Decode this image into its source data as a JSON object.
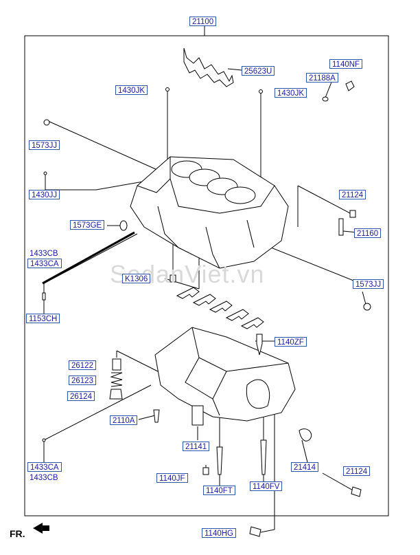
{
  "labels": {
    "l21100": "21100",
    "l25623U": "25623U",
    "l1140NF": "1140NF",
    "l21188A": "21188A",
    "l1430JK_left": "1430JK",
    "l1430JK_right": "1430JK",
    "l1573JJ_left": "1573JJ",
    "l1430JJ": "1430JJ",
    "l21124_top": "21124",
    "l1573GE": "1573GE",
    "l21160": "21160",
    "l1433CB_top": "1433CB",
    "l1433CA_top": "1433CA",
    "lK1306": "K1306",
    "l1573JJ_right": "1573JJ",
    "l1153CH": "1153CH",
    "l1140ZF": "1140ZF",
    "l26122": "26122",
    "l26123": "26123",
    "l26124": "26124",
    "l2110A": "2110A",
    "l21141": "21141",
    "l21414": "21414",
    "l1433CA_bottom": "1433CA",
    "l1433CB_bottom": "1433CB",
    "l21124_bottom": "21124",
    "l1140JF": "1140JF",
    "l1140FT": "1140FT",
    "l1140FV": "1140FV",
    "l1140HG": "1140HG"
  },
  "front_marker": "FR.",
  "watermark": "SedanViet.vn",
  "colors": {
    "label_text": "#1a1aa8",
    "label_border": "#2e56a8",
    "line": "#000000",
    "watermark": "#d9d9d9"
  }
}
